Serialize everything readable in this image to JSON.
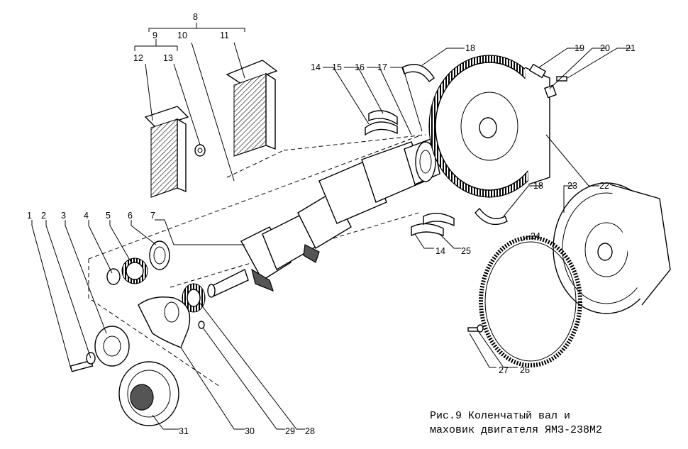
{
  "caption": {
    "line1": "Рис.9 Коленчатый вал и",
    "line2": "маховик двигателя ЯМЗ-238М2"
  },
  "callouts": [
    "1",
    "2",
    "3",
    "4",
    "5",
    "6",
    "7",
    "8",
    "9",
    "10",
    "11",
    "12",
    "13",
    "14",
    "15",
    "16",
    "17",
    "18",
    "19",
    "20",
    "21",
    "22",
    "23",
    "24",
    "25",
    "26",
    "27",
    "28",
    "29",
    "30",
    "31"
  ],
  "extra_callouts": {
    "c14b": "14",
    "c18b": "18"
  }
}
